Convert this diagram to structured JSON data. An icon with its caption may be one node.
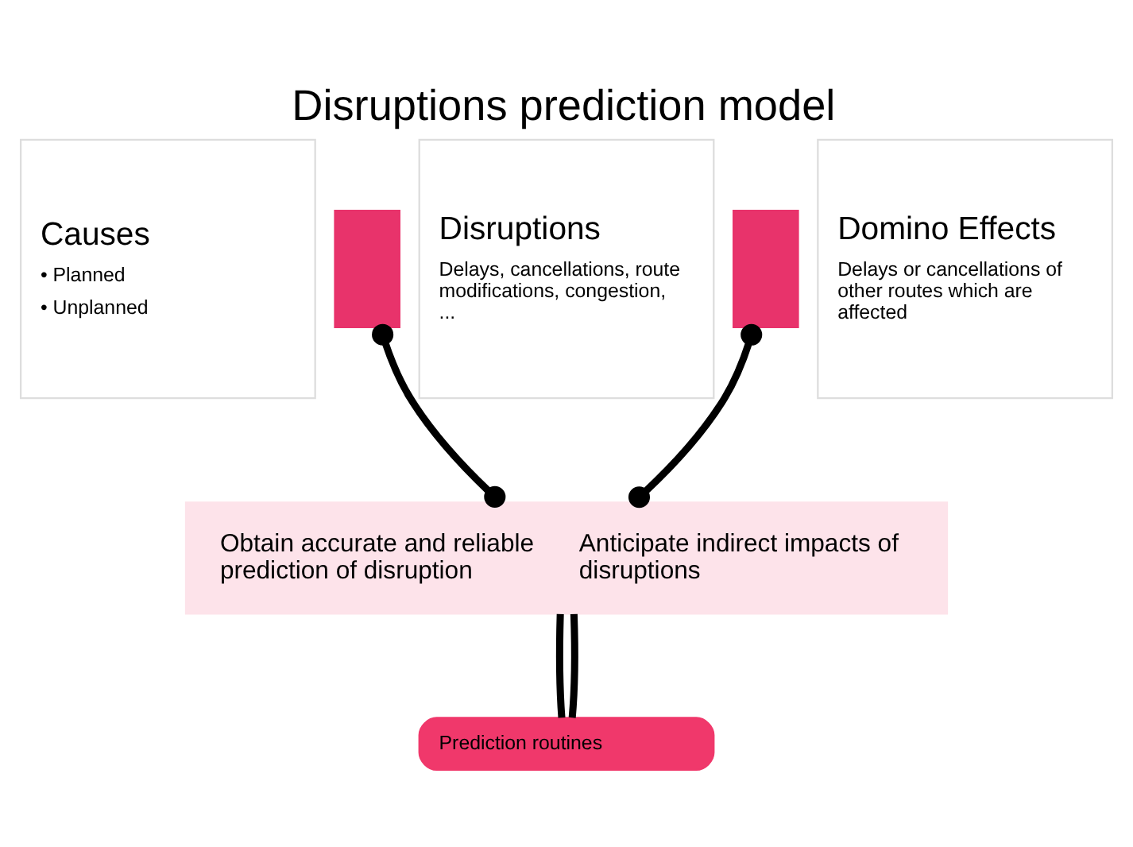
{
  "diagram": {
    "title": "Disruptions prediction model",
    "nodes": [
      {
        "text": [
          "Causes",
          "• Planned",
          "• Unplanned"
        ]
      },
      {
        "text": [],
        "shape": "box"
      },
      {
        "text": [
          "Disruptions",
          "Delays, cancellations, route modifications, congestion, ..."
        ]
      },
      {
        "text": [],
        "shape": "box"
      },
      {
        "text": [
          "Domino Effects",
          "Delays or cancellations of other routes which are affected"
        ]
      },
      {
        "text": [
          "Obtain accurate and reliable prediction of disruption",
          "Anticipate indirect impacts of disruptions"
        ]
      },
      {
        "text": [
          "Prediction routines"
        ]
      }
    ],
    "edges": [
      {
        "from": 1,
        "to": 5,
        "arrow": "other"
      },
      {
        "from": 3,
        "to": 5,
        "arrow": "other"
      },
      {
        "from": 5,
        "to": 6,
        "arrow": "none"
      },
      {
        "from": 5,
        "to": 6,
        "arrow": "none"
      }
    ]
  }
}
